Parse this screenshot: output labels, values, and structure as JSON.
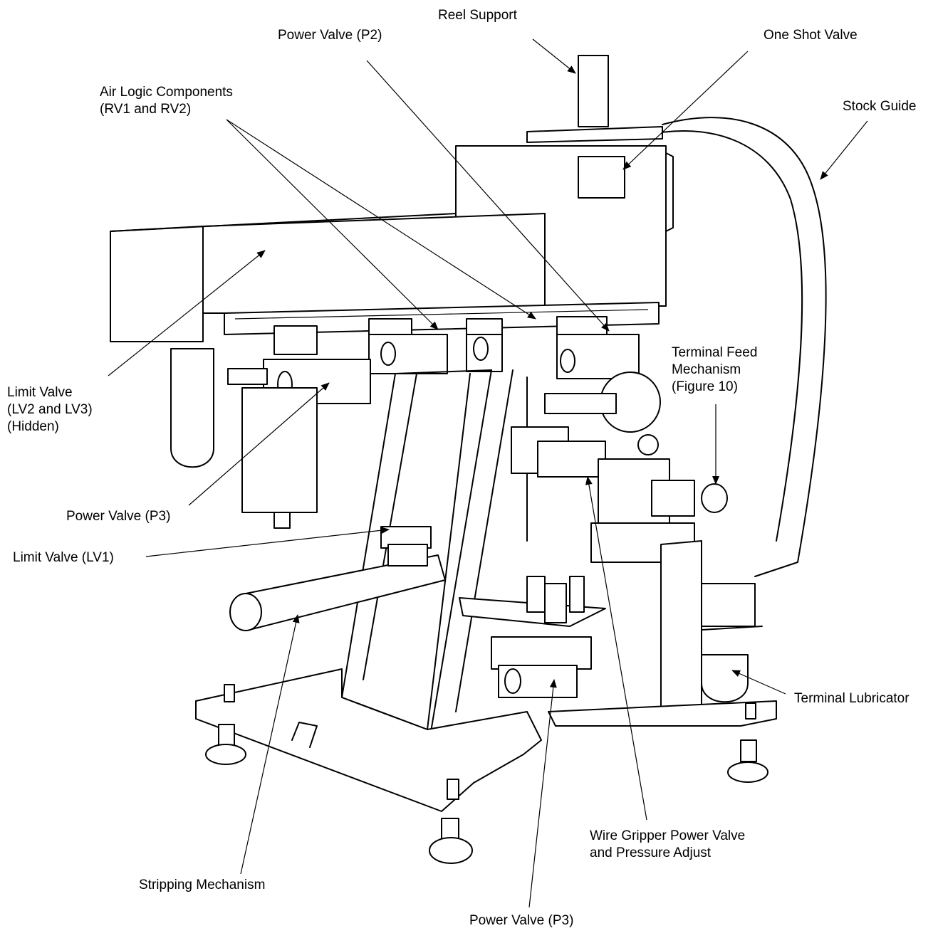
{
  "labels": {
    "reel_support": "Reel Support",
    "power_valve_p2": "Power Valve (P2)",
    "one_shot_valve": "One Shot Valve",
    "air_logic_line1": "Air Logic Components",
    "air_logic_line2": "(RV1 and RV2)",
    "stock_guide": "Stock Guide",
    "terminal_feed_line1": "Terminal Feed",
    "terminal_feed_line2": "Mechanism",
    "terminal_feed_line3": "(Figure 10)",
    "limit_valve_line1": "Limit Valve",
    "limit_valve_line2": "(LV2 and LV3)",
    "limit_valve_line3": "(Hidden)",
    "power_valve_p3_left": "Power Valve (P3)",
    "limit_valve_lv1": "Limit Valve (LV1)",
    "terminal_lubricator": "Terminal Lubricator",
    "wire_gripper_line1": "Wire Gripper Power Valve",
    "wire_gripper_line2": "and Pressure Adjust",
    "stripping_mechanism": "Stripping Mechanism",
    "power_valve_p3_bottom": "Power Valve (P3)"
  },
  "colors": {
    "ink": "#000000",
    "background": "#ffffff"
  }
}
